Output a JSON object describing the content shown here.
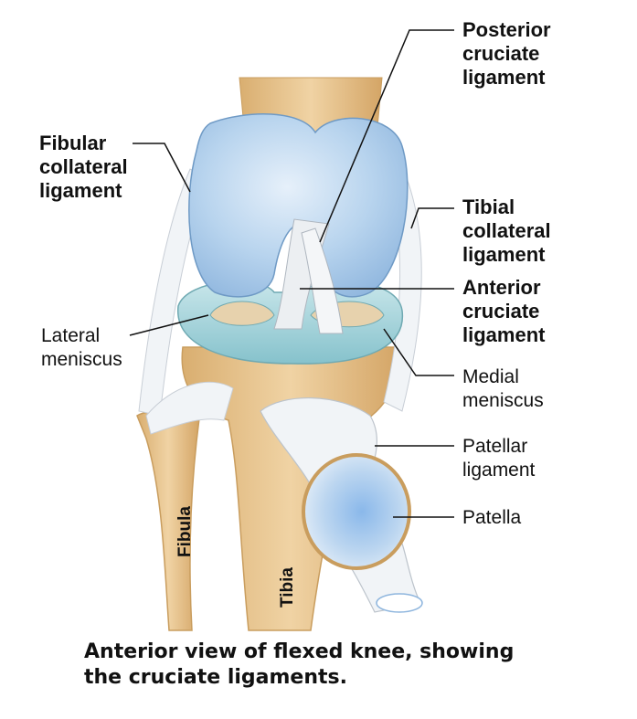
{
  "labels": {
    "posterior_cruciate": [
      "Posterior",
      "cruciate",
      "ligament"
    ],
    "fibular_collateral": [
      "Fibular",
      "collateral",
      "ligament"
    ],
    "tibial_collateral": [
      "Tibial",
      "collateral",
      "ligament"
    ],
    "anterior_cruciate": [
      "Anterior",
      "cruciate",
      "ligament"
    ],
    "lateral_meniscus": [
      "Lateral",
      "meniscus"
    ],
    "medial_meniscus": [
      "Medial",
      "meniscus"
    ],
    "patellar_ligament": [
      "Patellar",
      "ligament"
    ],
    "patella": "Patella",
    "fibula": "Fibula",
    "tibia": "Tibia"
  },
  "caption": [
    "Anterior view of flexed knee, showing",
    "the cruciate  ligaments."
  ],
  "colors": {
    "bone": "#e8c48e",
    "bone_dark": "#c99d5e",
    "cartilage": "#a9cbe9",
    "cartilage_light": "#dbeaf7",
    "meniscus": "#a9d6dc",
    "ligament": "#eef2f5",
    "leader_line": "#111111"
  }
}
